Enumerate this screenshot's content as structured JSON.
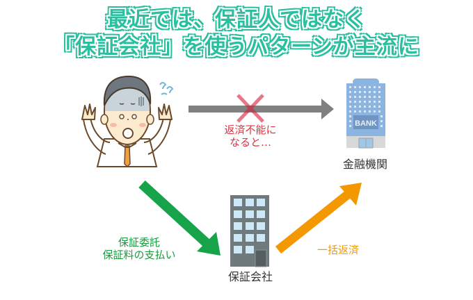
{
  "title": {
    "line1": "最近では、保証人ではなく",
    "line2": "「保証会社」を使うパターンが主流に",
    "color": "#2bbfa0"
  },
  "nodes": {
    "person": {
      "icon": "worried-businessman-icon"
    },
    "bank": {
      "label": "金融機関",
      "sign": "BANK",
      "icon": "bank-building-icon"
    },
    "guarantor": {
      "label": "保証会社",
      "icon": "office-building-icon"
    }
  },
  "edges": {
    "person_to_bank": {
      "label_lines": [
        "返済不能に",
        "なると…"
      ],
      "color": "#808080",
      "blocked_mark_color": "#e06070"
    },
    "person_to_guarantor": {
      "label_lines": [
        "保証委託",
        "保証料の支払い"
      ],
      "color": "#16a34a"
    },
    "guarantor_to_bank": {
      "label": "一括返済",
      "color": "#f39800"
    }
  }
}
